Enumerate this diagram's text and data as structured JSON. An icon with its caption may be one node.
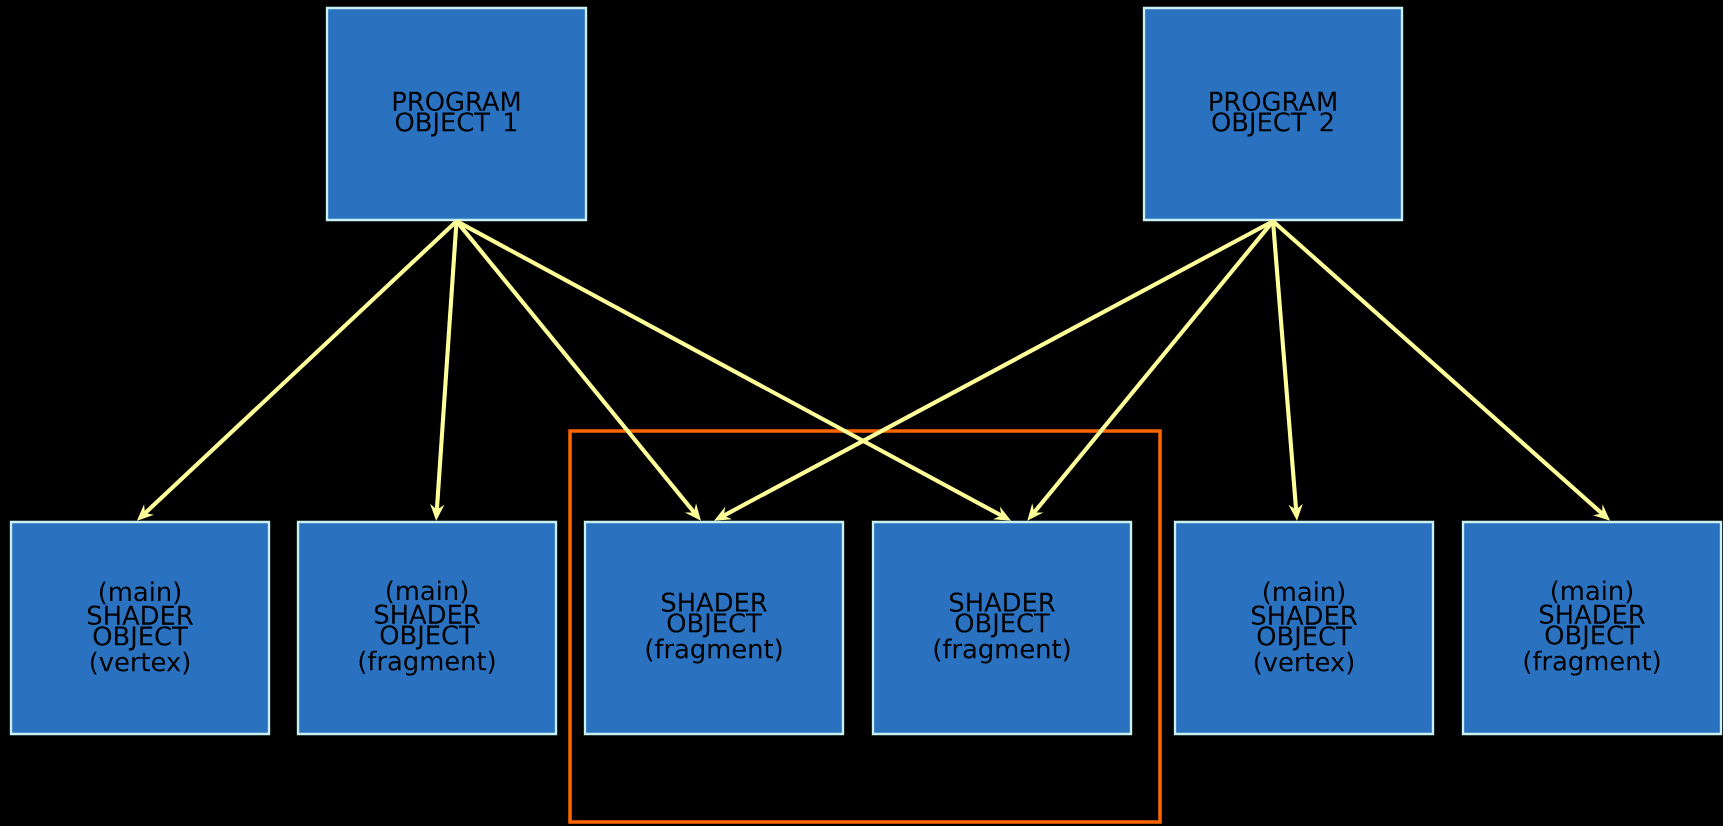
{
  "diagram": {
    "nodes": [
      {
        "text": [
          "PROGRAM OBJECT 1"
        ]
      },
      {
        "text": [
          "PROGRAM OBJECT 2"
        ]
      },
      {
        "text": [],
        "shape": "box"
      },
      {
        "text": [
          "(main) SHADER OBJECT (vertex)"
        ]
      },
      {
        "text": [
          "(main) SHADER OBJECT (fragment)"
        ]
      },
      {
        "text": [
          "SHADER OBJECT (fragment)"
        ],
        "in": 2
      },
      {
        "text": [
          "SHADER OBJECT (fragment)"
        ],
        "in": 2
      },
      {
        "text": [
          "(main) SHADER OBJECT (vertex)"
        ]
      },
      {
        "text": [
          "(main) SHADER OBJECT (fragment)"
        ]
      }
    ],
    "edges": [
      {
        "from": 0,
        "to": 3,
        "arrow": "to"
      },
      {
        "from": 0,
        "to": 4,
        "arrow": "to"
      },
      {
        "from": 0,
        "to": 5,
        "arrow": "to"
      },
      {
        "from": 0,
        "to": 6,
        "arrow": "to"
      },
      {
        "from": 1,
        "to": 5,
        "arrow": "to"
      },
      {
        "from": 1,
        "to": 6,
        "arrow": "to"
      },
      {
        "from": 1,
        "to": 7,
        "arrow": "to"
      },
      {
        "from": 1,
        "to": 8,
        "arrow": "to"
      }
    ]
  }
}
